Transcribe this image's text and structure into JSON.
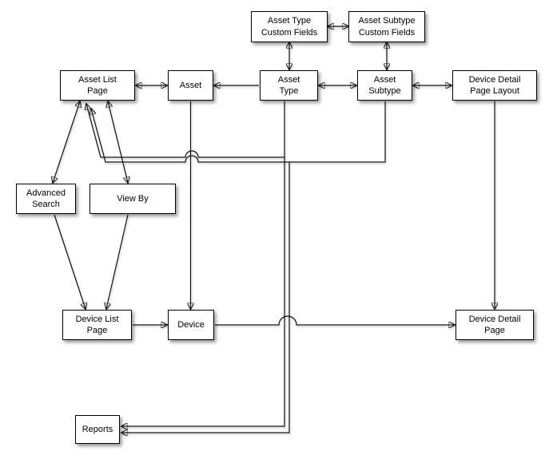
{
  "diagram": {
    "background_color": "#ffffff",
    "stroke_color": "#111111",
    "nodes": {
      "asset_type_custom_fields": {
        "label": "Asset Type\nCustom Fields"
      },
      "asset_subtype_custom_fields": {
        "label": "Asset Subtype\nCustom Fields"
      },
      "asset_list_page": {
        "label": "Asset List\nPage"
      },
      "asset": {
        "label": "Asset"
      },
      "asset_type": {
        "label": "Asset\nType"
      },
      "asset_subtype": {
        "label": "Asset\nSubtype"
      },
      "device_detail_page_layout": {
        "label": "Device Detail\nPage Layout"
      },
      "advanced_search": {
        "label": "Advanced\nSearch"
      },
      "view_by": {
        "label": "View By"
      },
      "device_list_page": {
        "label": "Device List\nPage"
      },
      "device": {
        "label": "Device"
      },
      "device_detail_page": {
        "label": "Device Detail\nPage"
      },
      "reports": {
        "label": "Reports"
      }
    },
    "edges": [
      {
        "from": "asset_type_custom_fields",
        "to": "asset_subtype_custom_fields",
        "bidirectional": true
      },
      {
        "from": "asset_type_custom_fields",
        "to": "asset_type",
        "bidirectional": true
      },
      {
        "from": "asset_subtype_custom_fields",
        "to": "asset_subtype",
        "bidirectional": true
      },
      {
        "from": "asset_list_page",
        "to": "asset",
        "bidirectional": true
      },
      {
        "from": "asset_type",
        "to": "asset",
        "bidirectional": false
      },
      {
        "from": "asset_type",
        "to": "asset_subtype",
        "bidirectional": true
      },
      {
        "from": "asset_subtype",
        "to": "device_detail_page_layout",
        "bidirectional": true
      },
      {
        "from": "device_detail_page_layout",
        "to": "device_detail_page",
        "bidirectional": false
      },
      {
        "from": "asset",
        "to": "device",
        "bidirectional": false
      },
      {
        "from": "asset_list_page",
        "to": "advanced_search",
        "bidirectional": true
      },
      {
        "from": "asset_list_page",
        "to": "view_by",
        "bidirectional": true
      },
      {
        "from": "advanced_search",
        "to": "device_list_page",
        "bidirectional": false
      },
      {
        "from": "view_by",
        "to": "device_list_page",
        "bidirectional": false
      },
      {
        "from": "device_list_page",
        "to": "device",
        "bidirectional": false
      },
      {
        "from": "device",
        "to": "device_detail_page",
        "bidirectional": false
      },
      {
        "from": "asset_type",
        "to": "asset_list_page",
        "bidirectional": false
      },
      {
        "from": "asset_subtype",
        "to": "asset_list_page",
        "bidirectional": false
      },
      {
        "from": "asset_type",
        "to": "reports",
        "bidirectional": false
      },
      {
        "from": "asset_subtype",
        "to": "reports",
        "bidirectional": false
      }
    ]
  }
}
